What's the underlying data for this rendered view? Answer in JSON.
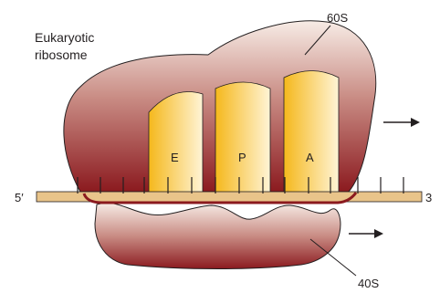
{
  "title_line1": "Eukaryotic",
  "title_line2": "ribosome",
  "large_subunit": "60S",
  "small_subunit": "40S",
  "sites": [
    "E",
    "P",
    "A"
  ],
  "mrna_five_prime": "5′",
  "mrna_three_prime": "3",
  "movement_direction": "right",
  "colors": {
    "subunit_dark": "#8b1a1f",
    "subunit_light": "#f7ece6",
    "site_gold": "#f5b81c",
    "site_light": "#fff4d6",
    "mrna": "#e9c48a"
  }
}
